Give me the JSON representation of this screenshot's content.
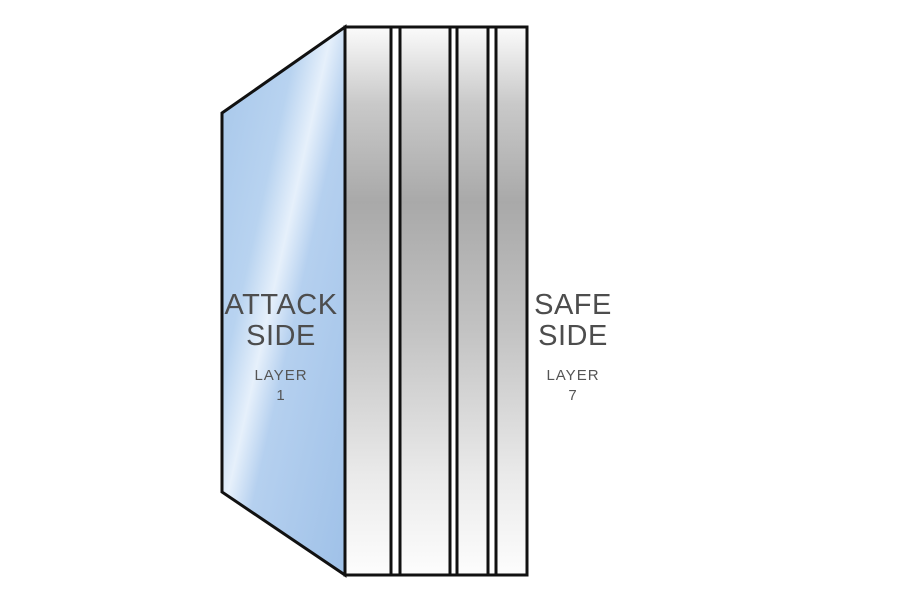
{
  "attack": {
    "title_line1": "ATTACK",
    "title_line2": "SIDE",
    "layer_word": "LAYER",
    "layer_number": "1"
  },
  "safe": {
    "title_line1": "SAFE",
    "title_line2": "SIDE",
    "layer_word": "LAYER",
    "layer_number": "7"
  },
  "colors": {
    "front_pane": "#a9c9ec",
    "front_pane_highlight": "#eaf3fc",
    "layer_dark": "#a8a8a8",
    "layer_light": "#fbfbfb",
    "outline": "#111111",
    "text": "#4d4d4d"
  }
}
